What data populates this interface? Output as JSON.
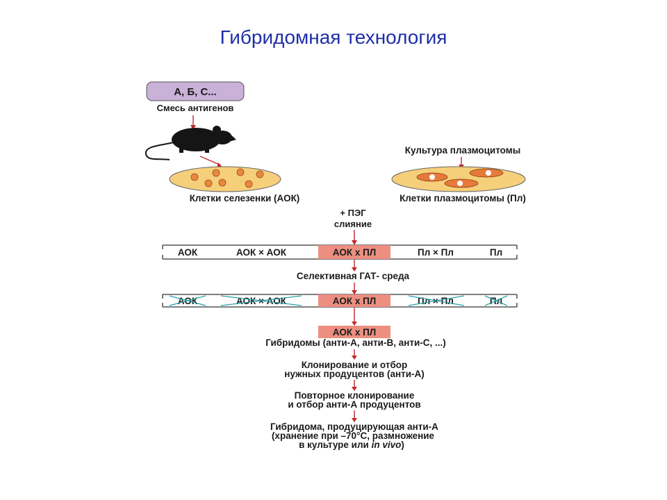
{
  "title": "Гибридомная технология",
  "antigen_box": "А, Б, С...",
  "antigen_mix": "Смесь антигенов",
  "plasmacytoma_culture": "Культура плазмоцитомы",
  "spleen_cells": "Клетки селезенки (АОК)",
  "plasmacytoma_cells": "Клетки плазмоцитомы (Пл)",
  "peg": "+ ПЭГ",
  "fusion": "слияние",
  "row1": [
    "АОК",
    "АОК × АОК",
    "АОК х ПЛ",
    "Пл × Пл",
    "Пл"
  ],
  "selective_medium": "Селективная ГАТ- среда",
  "row2": [
    "АОК",
    "АОК × АОК",
    "АОК х ПЛ",
    "Пл × Пл",
    "Пл"
  ],
  "hybrid_box": "АОК х ПЛ",
  "hybridomas": "Гибридомы (анти-А, анти-В, анти-С, ...)",
  "cloning_1": "Клонирование и отбор",
  "cloning_2": "нужных продуцентов (анти-А)",
  "recloning_1": "Повторное клонирование",
  "recloning_2": "и отбор анти-А продуцентов",
  "final_1": "Гибридома, продуцирующая анти-А",
  "final_2": "(хранение при –70°С, размножение",
  "final_3": "в культуре или",
  "final_3_italic": "in vivo",
  "final_3_end": ")",
  "colors": {
    "title": "#1f2fa8",
    "antigen_box": "#c9b1d8",
    "highlight_box": "#ec8f80",
    "dish_fill": "#f6cf7a",
    "arrow": "#c0282e",
    "cross": "#2aa0a8"
  }
}
